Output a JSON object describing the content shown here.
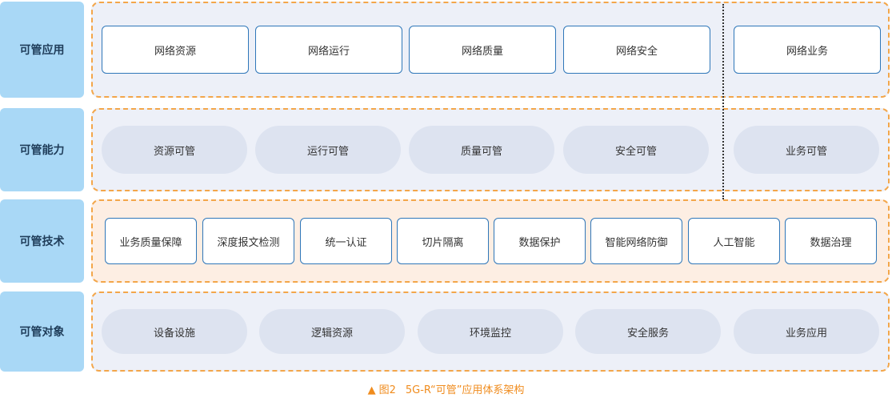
{
  "rows": [
    {
      "label": "可管应用",
      "items": [
        "网络资源",
        "网络运行",
        "网络质量",
        "网络安全",
        "网络业务"
      ]
    },
    {
      "label": "可管能力",
      "items": [
        "资源可管",
        "运行可管",
        "质量可管",
        "安全可管",
        "业务可管"
      ]
    },
    {
      "label": "可管技术",
      "items": [
        "业务质量保障",
        "深度报文检测",
        "统一认证",
        "切片隔离",
        "数据保护",
        "智能网络防御",
        "人工智能",
        "数据治理"
      ]
    },
    {
      "label": "可管对象",
      "items": [
        "设备设施",
        "逻辑资源",
        "环境监控",
        "安全服务",
        "业务应用"
      ]
    }
  ],
  "caption": {
    "marker": "▲",
    "figure": "图2",
    "title": "5G-R“可管”应用体系架构"
  }
}
